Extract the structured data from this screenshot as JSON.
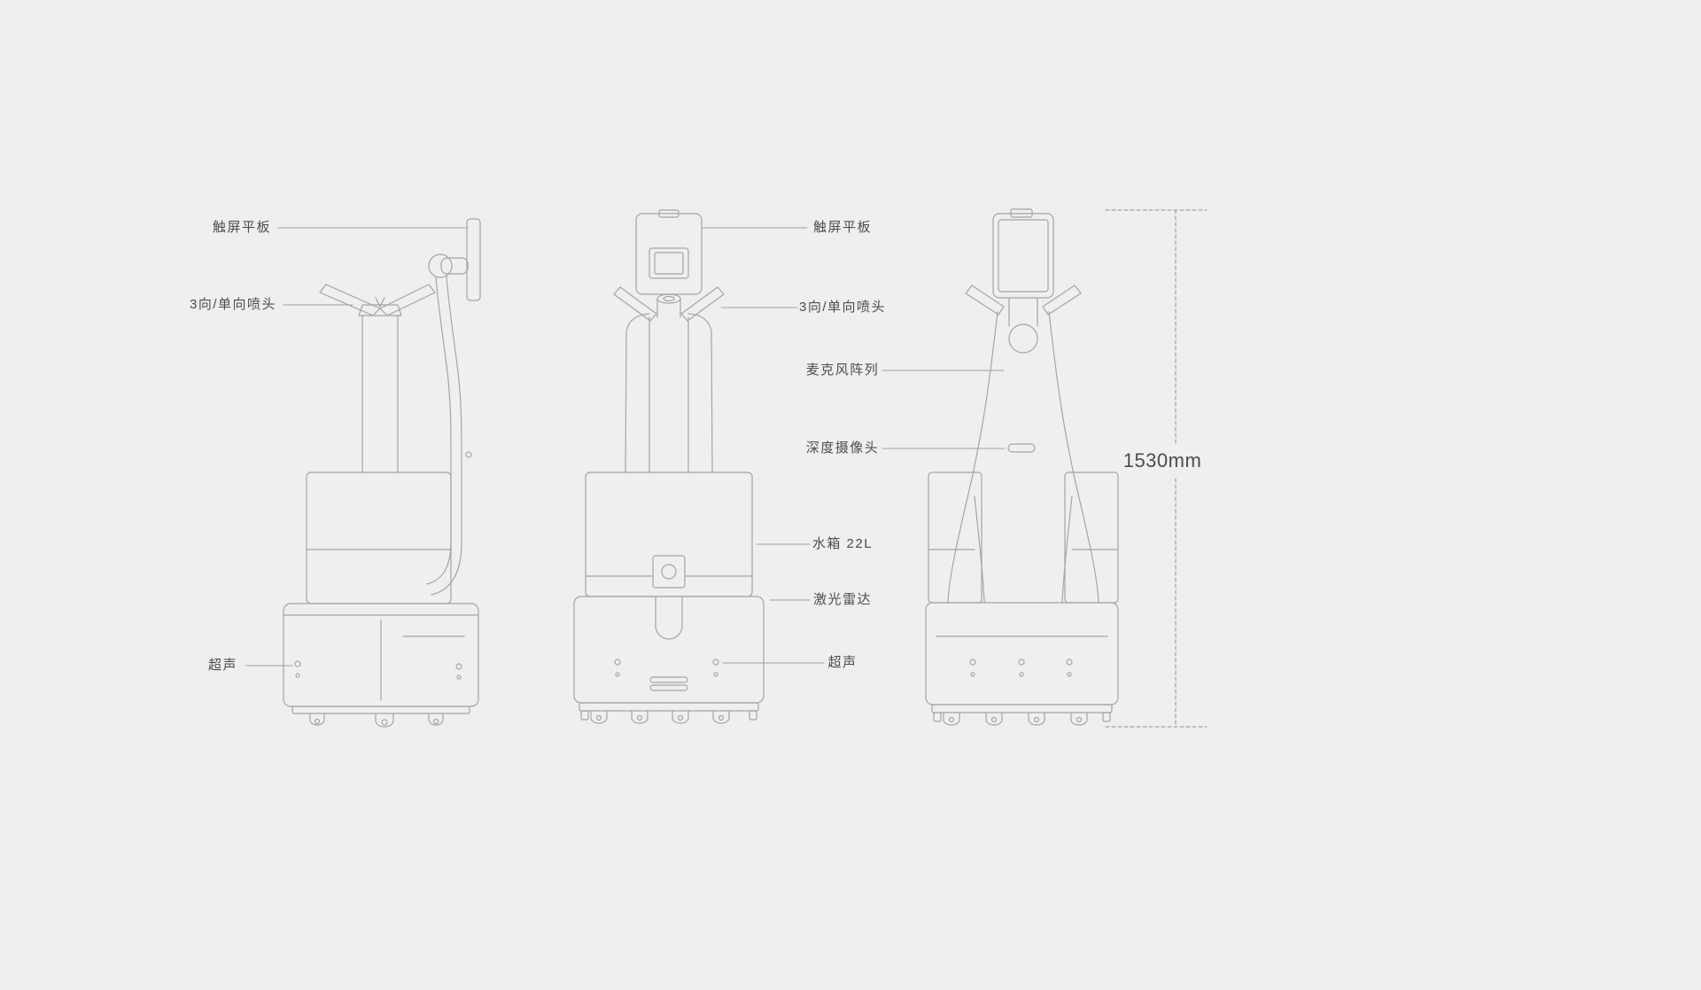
{
  "page": {
    "background_color": "#f0efee",
    "line_color": "#a5a5a3",
    "text_color": "#4d4d4d"
  },
  "labels": {
    "touchscreen": "触屏平板",
    "nozzle": "3向/单向喷头",
    "microphone_array": "麦克风阵列",
    "depth_camera": "深度摄像头",
    "water_tank": "水箱 22L",
    "lidar": "激光雷达",
    "ultrasonic": "超声"
  },
  "dimension": {
    "height_label": "1530mm"
  }
}
